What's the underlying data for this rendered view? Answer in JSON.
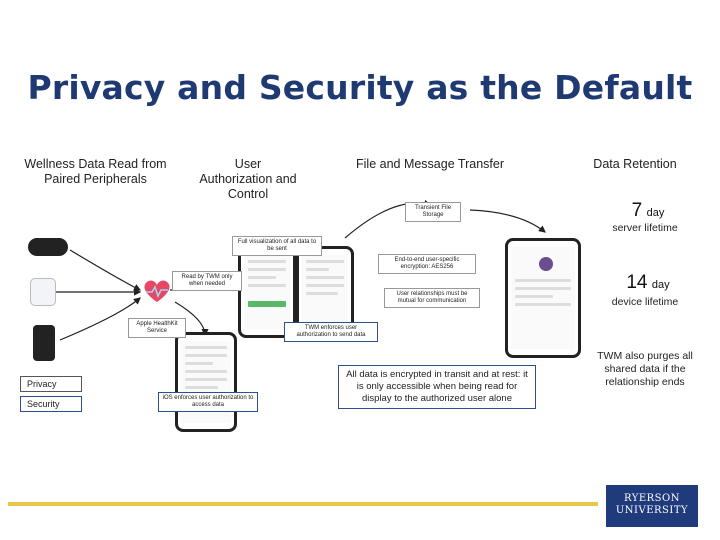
{
  "title": "Privacy and Security as the Default",
  "columns": [
    "Wellness Data Read from Paired Peripherals",
    "User Authorization and Control",
    "File and Message Transfer",
    "Data Retention"
  ],
  "retention": {
    "server_value": "7",
    "server_unit": "day",
    "server_label": "server lifetime",
    "device_value": "14",
    "device_unit": "day",
    "device_label": "device lifetime",
    "purge_note": "TWM also purges all shared data if the relationship ends"
  },
  "annotations": {
    "transient_storage": "Transient File Storage",
    "full_visualization": "Full visualization of all data to be sent",
    "e2e_encryption": "End-to-end user-specific encryption: AES256",
    "read_by_twm": "Read by TWM only when needed",
    "mutual_relationship": "User relationships must be mutual for communication",
    "healthkit": "Apple HealthKit Service",
    "twm_enforces": "TWM enforces user authorization to send data",
    "ios_enforces": "iOS enforces user authorization to access data",
    "encrypted_note": "All data is encrypted in transit and at rest: it is only accessible when being read for display to the authorized user alone"
  },
  "legend": {
    "privacy": "Privacy",
    "security": "Security"
  },
  "logo": {
    "line1": "RYERSON",
    "line2": "UNIVERSITY"
  },
  "colors": {
    "title": "#1f3a73",
    "legend_accent": "#2c4f8f",
    "logo_bg": "#1f3b7c",
    "footer_rule": "#e8c64a"
  }
}
